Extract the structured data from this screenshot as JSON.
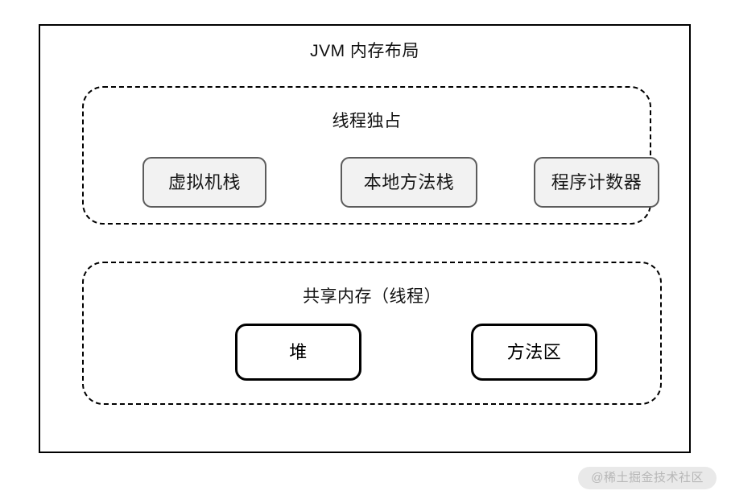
{
  "diagram": {
    "title": "JVM 内存布局",
    "groups": [
      {
        "id": "thread-exclusive",
        "title": "线程独占",
        "nodes": [
          {
            "id": "vm-stack",
            "label": "虚拟机栈"
          },
          {
            "id": "native-method-stack",
            "label": "本地方法栈"
          },
          {
            "id": "pc-register",
            "label": "程序计数器"
          }
        ]
      },
      {
        "id": "shared-memory",
        "title": "共享内存（线程）",
        "nodes": [
          {
            "id": "heap",
            "label": "堆"
          },
          {
            "id": "method-area",
            "label": "方法区"
          }
        ]
      }
    ]
  },
  "watermark": {
    "text": "@稀土掘金技术社区"
  },
  "colors": {
    "frame_border": "#000000",
    "group_border": "#000000",
    "grey_node_fill": "#f2f2f2",
    "grey_node_border": "#5c5c5c",
    "white_node_fill": "#ffffff",
    "white_node_border": "#000000",
    "text": "#1a1a1a",
    "watermark_bg": "#e9e9e9",
    "watermark_text": "#b7b7b7",
    "page_background": "#ffffff"
  }
}
